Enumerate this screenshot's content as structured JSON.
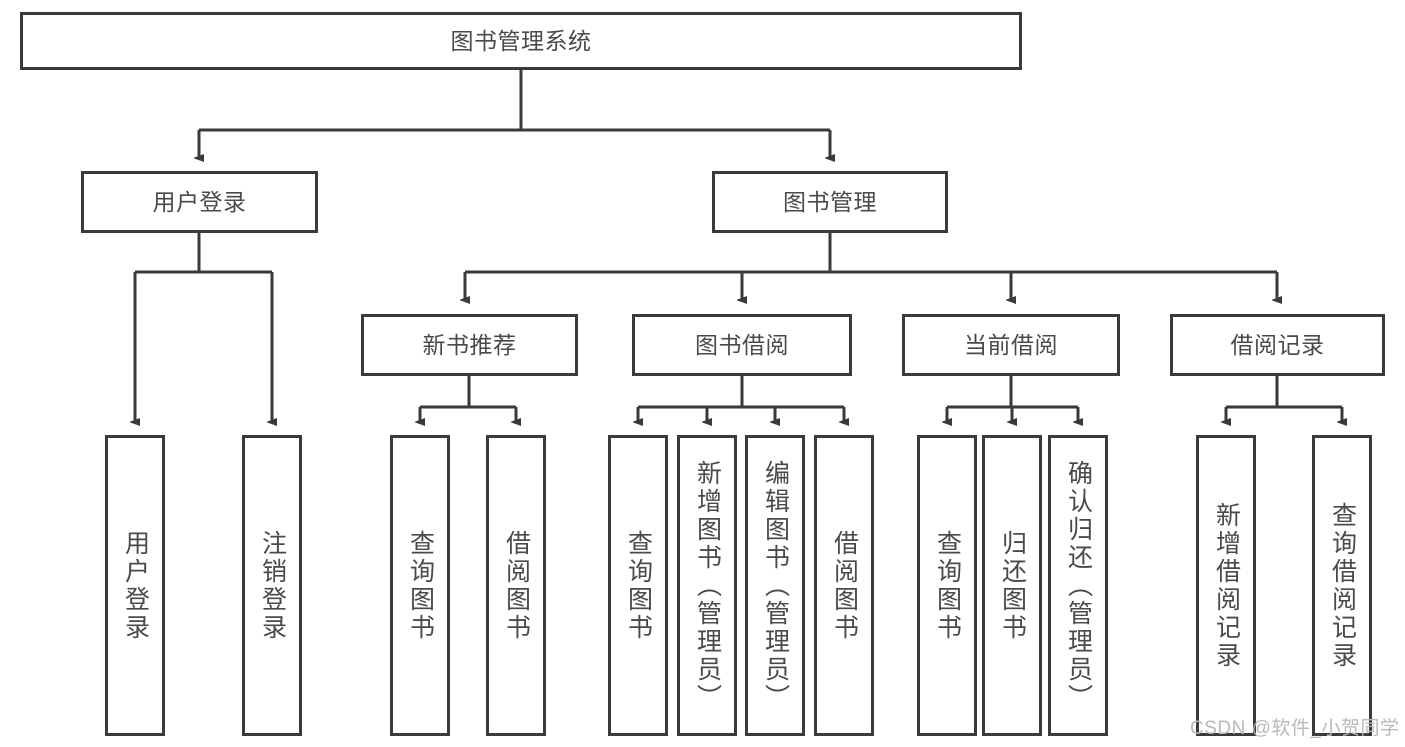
{
  "diagram": {
    "type": "tree-hierarchy-chart",
    "title": "图书管理系统",
    "colors": {
      "background": "#ffffff",
      "box_border": "#3a3a3c",
      "box_fill": "#ffffff",
      "text": "#4a4a4c",
      "connector": "#3a3a3c",
      "watermark": "#b9b9b9"
    },
    "nodes": {
      "root": {
        "label": "图书管理系统"
      },
      "level2": [
        {
          "label": "用户登录"
        },
        {
          "label": "图书管理"
        }
      ],
      "level3": [
        {
          "label": "新书推荐"
        },
        {
          "label": "图书借阅"
        },
        {
          "label": "当前借阅"
        },
        {
          "label": "借阅记录"
        }
      ],
      "leaves": {
        "user_login": [
          {
            "label": "用户登录"
          },
          {
            "label": "注销登录"
          }
        ],
        "new_book_recommend": [
          {
            "label": "查询图书"
          },
          {
            "label": "借阅图书"
          }
        ],
        "book_borrow": [
          {
            "label": "查询图书"
          },
          {
            "label": "新增图书（管理员）"
          },
          {
            "label": "编辑图书（管理员）"
          },
          {
            "label": "借阅图书"
          }
        ],
        "current_borrow": [
          {
            "label": "查询图书"
          },
          {
            "label": "归还图书"
          },
          {
            "label": "确认归还（管理员）"
          }
        ],
        "borrow_record": [
          {
            "label": "新增借阅记录"
          },
          {
            "label": "查询借阅记录"
          }
        ]
      }
    },
    "watermark": "CSDN @软件_小贺同学"
  }
}
